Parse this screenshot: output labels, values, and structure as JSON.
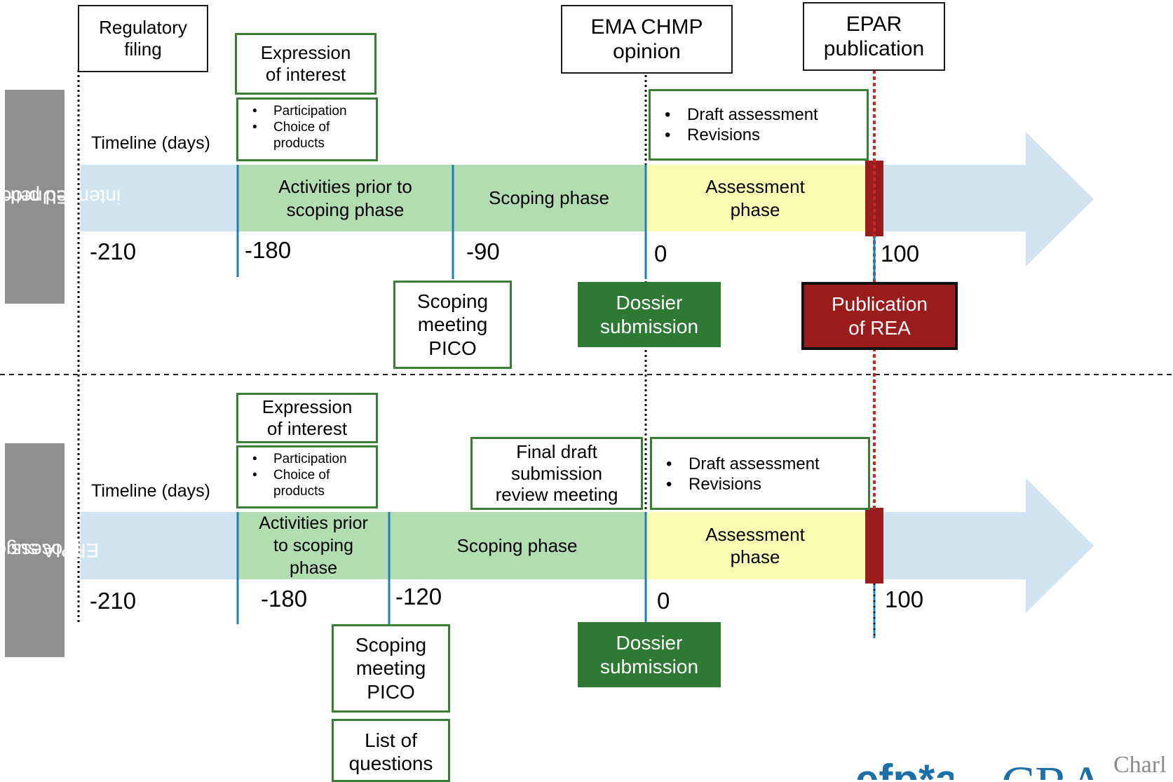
{
  "side_labels": {
    "top": [
      "EUnetHTA",
      "intended process"
    ],
    "bottom": [
      "EFPIA suggested",
      "process"
    ]
  },
  "header_boxes": {
    "regulatory_filing": [
      "Regulatory",
      "filing"
    ],
    "ema_chmp": [
      "EMA CHMP",
      "opinion"
    ],
    "epar": [
      "EPAR",
      "publication"
    ]
  },
  "top": {
    "timeline_label": "Timeline (days)",
    "expression": [
      "Expression",
      "of interest"
    ],
    "bullets_small": [
      "Participation",
      "Choice of products"
    ],
    "bullets_large": [
      "Draft assessment",
      "Revisions"
    ],
    "phases": {
      "prior": [
        "Activities prior to",
        "scoping phase"
      ],
      "scoping": [
        "Scoping phase"
      ],
      "assessment": [
        "Assessment",
        "phase"
      ]
    },
    "ticks": [
      "-210",
      "-180",
      "-90",
      "0",
      "100"
    ],
    "scoping_meeting": [
      "Scoping",
      "meeting",
      "PICO"
    ],
    "dossier": [
      "Dossier",
      "submission"
    ],
    "publication": [
      "Publication",
      "of REA"
    ]
  },
  "bottom": {
    "timeline_label": "Timeline (days)",
    "expression": [
      "Expression",
      "of interest"
    ],
    "bullets_small": [
      "Participation",
      "Choice of products"
    ],
    "final_draft": [
      "Final draft",
      "submission",
      "review meeting"
    ],
    "bullets_large": [
      "Draft assessment",
      "Revisions"
    ],
    "phases": {
      "prior": [
        "Activities prior",
        "to scoping",
        "phase"
      ],
      "scoping": [
        "Scoping phase"
      ],
      "assessment": [
        "Assessment",
        "phase"
      ]
    },
    "ticks": [
      "-210",
      "-180",
      "-120",
      "0",
      "100"
    ],
    "scoping_meeting": [
      "Scoping",
      "meeting",
      "PICO"
    ],
    "list_questions": [
      "List of",
      "questions"
    ],
    "dossier": [
      "Dossier",
      "submission"
    ]
  },
  "logos": {
    "efpia_partial": "efp*a",
    "cra_partial": "CRA",
    "cra_word": "Charl"
  },
  "colors": {
    "arrow": "#cfe3f1",
    "phase_green": "#b2ddb1",
    "phase_yellow": "#fbfbb4",
    "dark_red": "#9b1c1c",
    "green_box": "#2e7a35",
    "green_border": "#3a7d34",
    "blue_line": "#1d7fb8"
  }
}
